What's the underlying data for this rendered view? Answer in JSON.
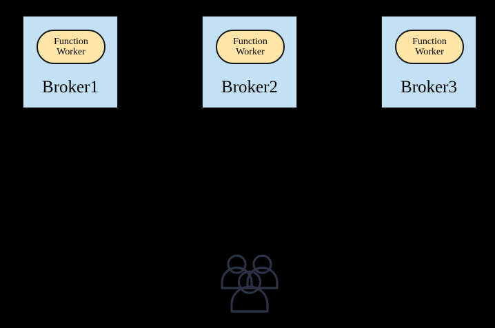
{
  "diagram": {
    "background_color": "#000000",
    "broker_fill": "#c3e1f5",
    "worker_fill": "#ffe6a8",
    "stroke_color": "#12151a",
    "icon_color": "#2b3245",
    "brokers": [
      {
        "label": "Broker1",
        "worker_line1": "Function",
        "worker_line2": "Worker"
      },
      {
        "label": "Broker2",
        "worker_line1": "Function",
        "worker_line2": "Worker"
      },
      {
        "label": "Broker3",
        "worker_line1": "Function",
        "worker_line2": "Worker"
      }
    ],
    "clients": {
      "icon": "users-group-icon"
    }
  }
}
